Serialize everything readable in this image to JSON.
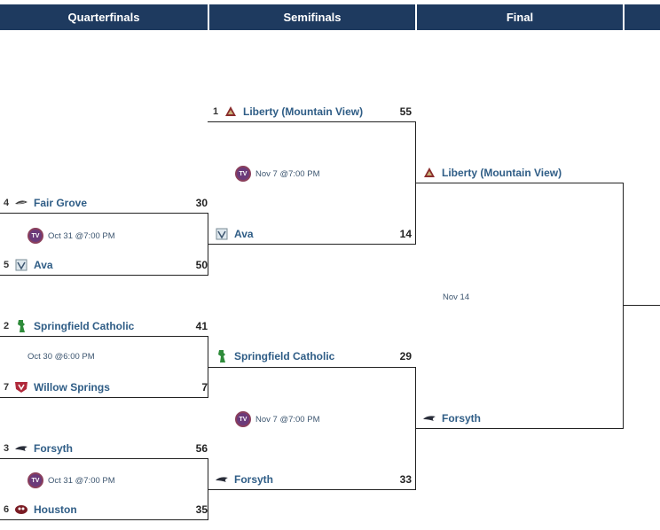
{
  "headers": {
    "quarterfinals": "Quarterfinals",
    "semifinals": "Semifinals",
    "final": "Final"
  },
  "quarterfinals": [
    {
      "top": {
        "seed": "4",
        "team": "Fair Grove",
        "score": "30",
        "logo": "fair-grove-logo-icon"
      },
      "info": {
        "tv": "TV",
        "time": "Oct 31 @7:00 PM"
      },
      "bottom": {
        "seed": "5",
        "team": "Ava",
        "score": "50",
        "logo": "ava-logo-icon"
      }
    },
    {
      "top": {
        "seed": "2",
        "team": "Springfield Catholic",
        "score": "41",
        "logo": "springfield-catholic-logo-icon"
      },
      "info": {
        "tv": "",
        "time": "Oct 30 @6:00 PM"
      },
      "bottom": {
        "seed": "7",
        "team": "Willow Springs",
        "score": "7",
        "logo": "willow-springs-logo-icon"
      }
    },
    {
      "top": {
        "seed": "3",
        "team": "Forsyth",
        "score": "56",
        "logo": "forsyth-logo-icon"
      },
      "info": {
        "tv": "TV",
        "time": "Oct 31 @7:00 PM"
      },
      "bottom": {
        "seed": "6",
        "team": "Houston",
        "score": "35",
        "logo": "houston-logo-icon"
      }
    }
  ],
  "semifinals": [
    {
      "top": {
        "seed": "1",
        "team": "Liberty (Mountain View)",
        "score": "55",
        "logo": "liberty-logo-icon"
      },
      "info": {
        "tv": "TV",
        "time": "Nov 7 @7:00 PM"
      },
      "bottom": {
        "team": "Ava",
        "score": "14",
        "logo": "ava-logo-icon"
      }
    },
    {
      "top": {
        "team": "Springfield Catholic",
        "score": "29",
        "logo": "springfield-catholic-logo-icon"
      },
      "info": {
        "tv": "TV",
        "time": "Nov 7 @7:00 PM"
      },
      "bottom": {
        "team": "Forsyth",
        "score": "33",
        "logo": "forsyth-logo-icon"
      }
    }
  ],
  "final": {
    "top": {
      "team": "Liberty (Mountain View)",
      "logo": "liberty-logo-icon"
    },
    "info": {
      "time": "Nov 14"
    },
    "bottom": {
      "team": "Forsyth",
      "logo": "forsyth-logo-icon"
    }
  },
  "colors": {
    "header_bg": "#1e3a5f",
    "team_text": "#2f5d86",
    "tv_badge": "#6b3a7a"
  }
}
